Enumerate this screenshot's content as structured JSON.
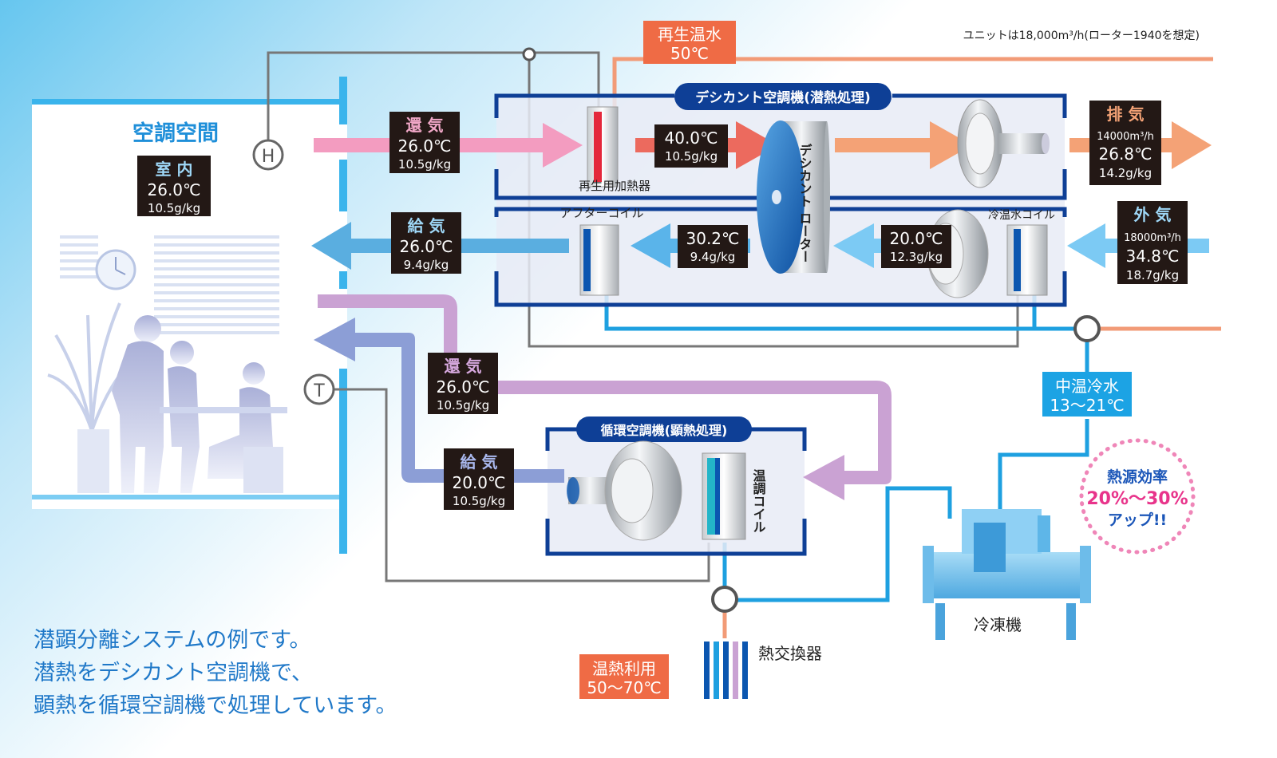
{
  "note": "ユニットは18,000m³/h(ローター1940を想定)",
  "regen_hot_water": {
    "title": "再生温水",
    "temp": "50℃"
  },
  "desiccant_unit": {
    "title": "デシカント空調機(潜熱処理)"
  },
  "circulation_unit": {
    "title": "循環空調機(顕熱処理)"
  },
  "space": {
    "title": "空調空間",
    "label": "室 内",
    "temp": "26.0℃",
    "humidity": "10.5g/kg"
  },
  "return_air_top": {
    "label": "還 気",
    "temp": "26.0℃",
    "humidity": "10.5g/kg"
  },
  "regen_point": {
    "temp": "40.0℃",
    "humidity": "10.5g/kg"
  },
  "regen_heater": {
    "label": "再生用加熱器"
  },
  "rotor": {
    "label": "デシカント ローター"
  },
  "exhaust": {
    "label": "排 気",
    "flow": "14000m³/h",
    "temp": "26.8℃",
    "humidity": "14.2g/kg"
  },
  "outside_air": {
    "label": "外 気",
    "flow": "18000m³/h",
    "temp": "34.8℃",
    "humidity": "18.7g/kg"
  },
  "after_coil": {
    "label": "アフターコイル"
  },
  "chw_coil": {
    "label": "冷温水コイル"
  },
  "supply_air_top": {
    "label": "給 気",
    "temp": "26.0℃",
    "humidity": "9.4g/kg"
  },
  "post_rotor": {
    "temp": "30.2℃",
    "humidity": "9.4g/kg"
  },
  "post_coil": {
    "temp": "20.0℃",
    "humidity": "12.3g/kg"
  },
  "return_air_bottom": {
    "label": "還 気",
    "temp": "26.0℃",
    "humidity": "10.5g/kg"
  },
  "supply_air_bottom": {
    "label": "給 気",
    "temp": "20.0℃",
    "humidity": "10.5g/kg"
  },
  "temp_coil": {
    "label": "温調コイル"
  },
  "mid_chilled_water": {
    "title": "中温冷水",
    "range": "13〜21℃"
  },
  "efficiency": {
    "line1": "熱源効率",
    "line2": "20%〜30%",
    "line3": "アップ!!"
  },
  "chiller": {
    "label": "冷凍機"
  },
  "heat_exchanger": {
    "label": "熱交換器"
  },
  "heat_use": {
    "title": "温熱利用",
    "range": "50〜70℃"
  },
  "sensor_h": "H",
  "sensor_t": "T",
  "description": {
    "line1": "潜顕分離システムの例です。",
    "line2": "潜熱をデシカント空調機で、",
    "line3": "顕熱を循環空調機で処理しています。"
  },
  "colors": {
    "pink_flow": "#f39cc0",
    "red_flow": "#ec6a5e",
    "orange_flow": "#f4a276",
    "blue_flow": "#5aaee0",
    "lavender_flow": "#caa2d3",
    "periwinkle_flow": "#8c9ed6",
    "water_line": "#1ea0e0",
    "hot_line": "#f29b77",
    "frame_blue": "#0e3f96",
    "label_dark": "#231815",
    "orange_label": "#ef6b45",
    "cyan_label": "#1ca3e4"
  }
}
